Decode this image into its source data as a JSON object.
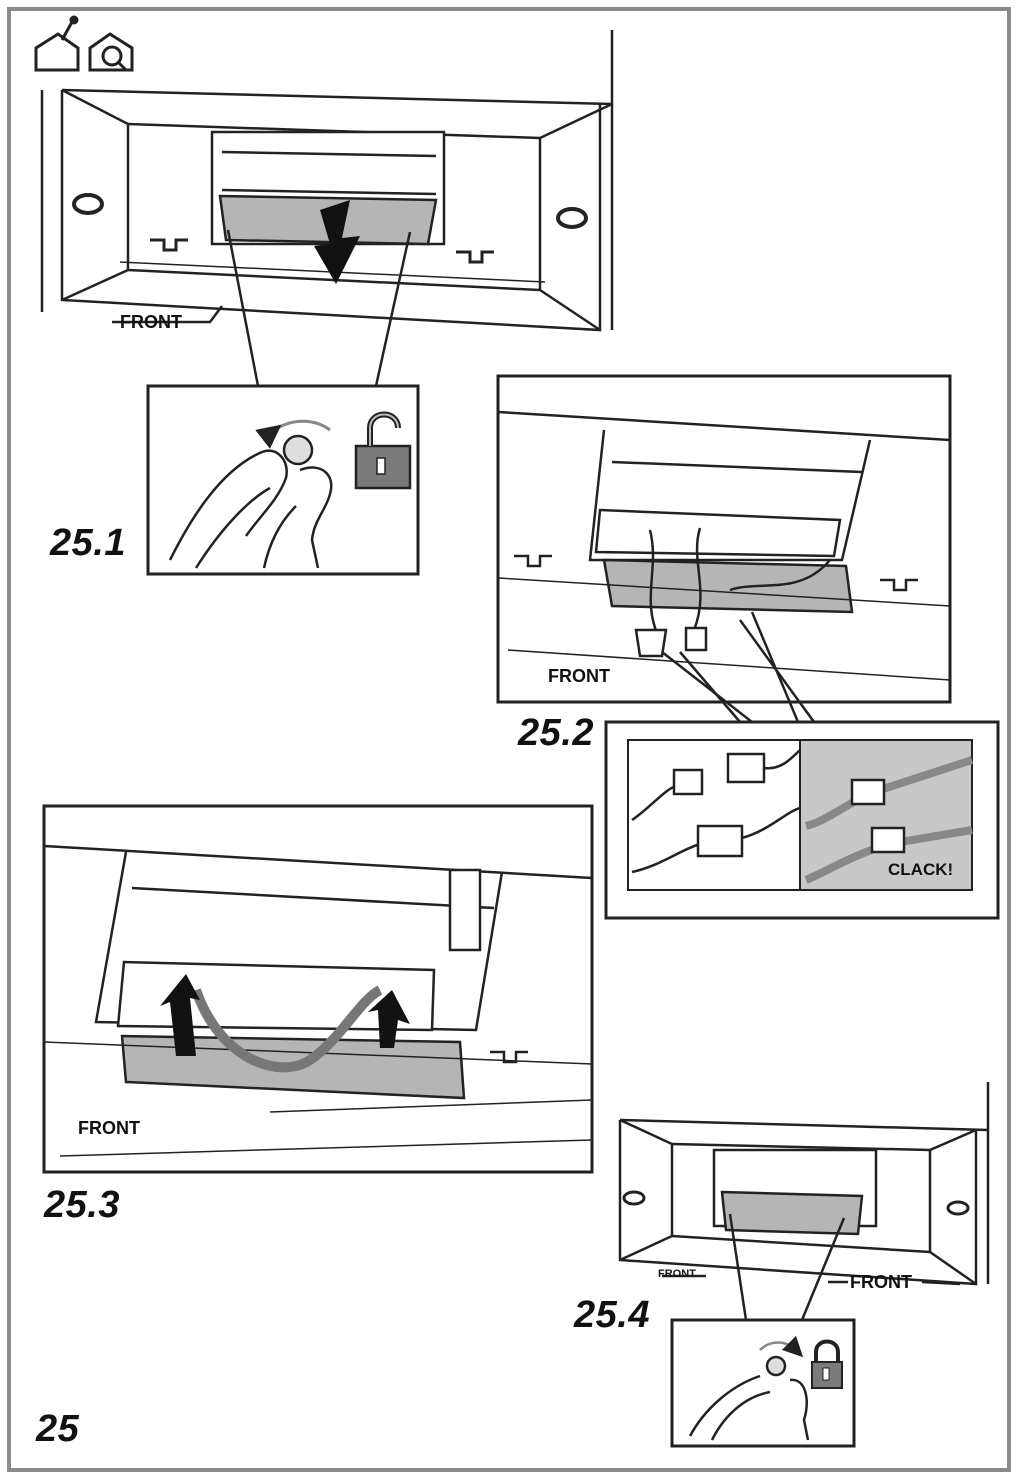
{
  "figure_number": "25",
  "steps": {
    "s1": "25.1",
    "s2": "25.2",
    "s3": "25.3",
    "s4": "25.4"
  },
  "labels": {
    "front": "FRONT",
    "clack": "CLACK!"
  },
  "icons": [
    "installation-icon",
    "maintenance-icon",
    "unlock-padlock-icon",
    "lock-padlock-icon",
    "rotate-arrow-icon"
  ],
  "colors": {
    "line": "#222222",
    "panel": "#b5b5b5",
    "padlock": "#7a7a7a",
    "frame": "#8a8a8a"
  }
}
